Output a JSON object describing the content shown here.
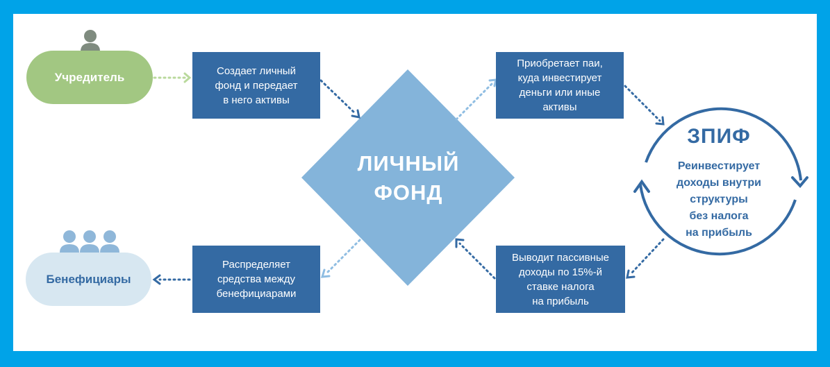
{
  "colors": {
    "frame": "#00a3e8",
    "box": "#346aa3",
    "founder_pill": "#a2c782",
    "beneficiary_pill": "#d7e7f1",
    "person_founder": "#7f8b7f",
    "person_beneficiary": "#8fb7d9",
    "diamond": "#84b4da",
    "arrow_dark": "#346aa3",
    "arrow_light": "#8fbde2",
    "arrow_green": "#b9d99c"
  },
  "founder": {
    "label": "Учредитель",
    "icon": "person-icon"
  },
  "beneficiaries": {
    "label": "Бенефициары",
    "icon": "group-icon"
  },
  "diamond": {
    "label": "ЛИЧНЫЙ\nФОНД"
  },
  "boxes": {
    "create": "Создает личный\nфонд и передает\nв него активы",
    "buy": "Приобретает паи,\nкуда инвестирует\nденьги или иные\nактивы",
    "distribute": "Распределяет\nсредства между\nбенефициарами",
    "withdraw": "Выводит пассивные\nдоходы по 15%-й\nставке налога\nна прибыль"
  },
  "zpif": {
    "title": "ЗПИФ",
    "text": "Реинвестирует\nдоходы внутри\nструктуры\nбез налога\nна прибыль"
  }
}
